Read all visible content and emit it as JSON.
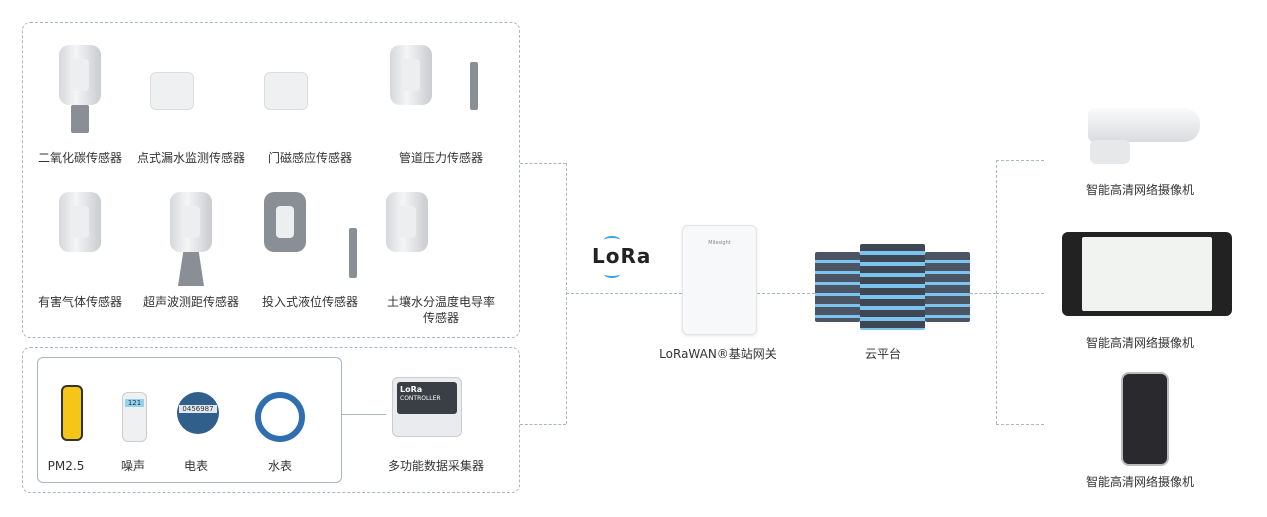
{
  "sensors": {
    "row1": [
      "二氧化碳传感器",
      "点式漏水监测传感器",
      "门磁感应传感器",
      "管道压力传感器"
    ],
    "row2": [
      "有害气体传感器",
      "超声波测距传感器",
      "投入式液位传感器",
      "土壤水分温度电导率",
      "传感器"
    ]
  },
  "meters": [
    "PM2.5",
    "噪声",
    "电表",
    "水表"
  ],
  "meter_readings": {
    "noise": "121",
    "electric": "0456987"
  },
  "collector": {
    "label": "多功能数据采集器",
    "device_text": "LoRa",
    "device_subtext": "CONTROLLER"
  },
  "lora_logo": "LoRa",
  "gateway": {
    "label": "LoRaWAN®基站网关",
    "brand": "Milesight"
  },
  "cloud": {
    "label": "云平台"
  },
  "endpoints": [
    "智能高清网络摄像机",
    "智能高清网络摄像机",
    "智能高清网络摄像机"
  ],
  "colors": {
    "line": "#a9b6c4",
    "lora_wave": "#3aa0e6",
    "server": "#4b5563",
    "server_light": "#7cc4f0"
  }
}
